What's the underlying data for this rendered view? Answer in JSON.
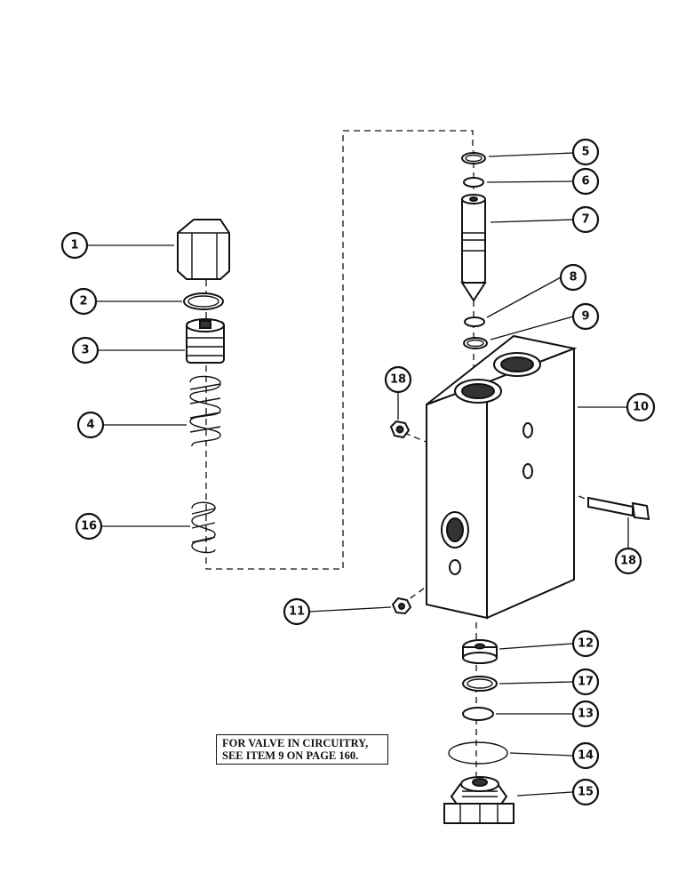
{
  "callouts": [
    "1",
    "2",
    "3",
    "4",
    "5",
    "6",
    "7",
    "8",
    "9",
    "10",
    "11",
    "12",
    "13",
    "14",
    "15",
    "16",
    "17",
    "18",
    "18"
  ],
  "note": {
    "line1": "FOR VALVE IN CIRCUITRY,",
    "line2": "SEE ITEM 9 ON PAGE 160."
  }
}
